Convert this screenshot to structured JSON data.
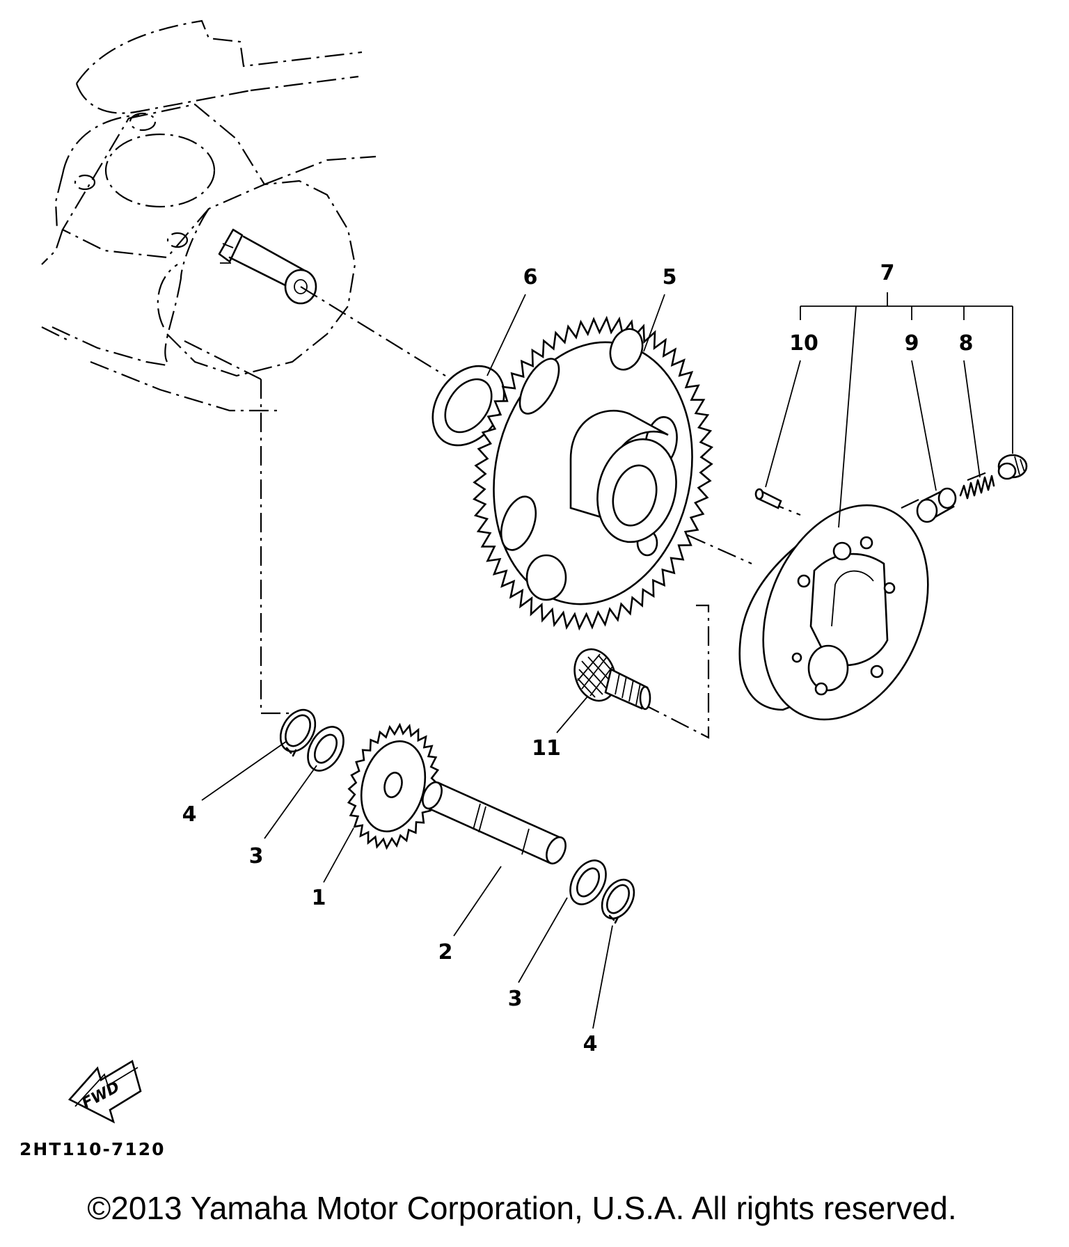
{
  "callouts": {
    "c1": "1",
    "c2": "2",
    "c3a": "3",
    "c3b": "3",
    "c4a": "4",
    "c4b": "4",
    "c5": "5",
    "c6": "6",
    "c7": "7",
    "c8": "8",
    "c9": "9",
    "c10": "10",
    "c11": "11"
  },
  "fwd_label": "FWD",
  "diagram_code": "2HT110-7120",
  "copyright": "©2013 Yamaha Motor Corporation, U.S.A. All rights reserved."
}
